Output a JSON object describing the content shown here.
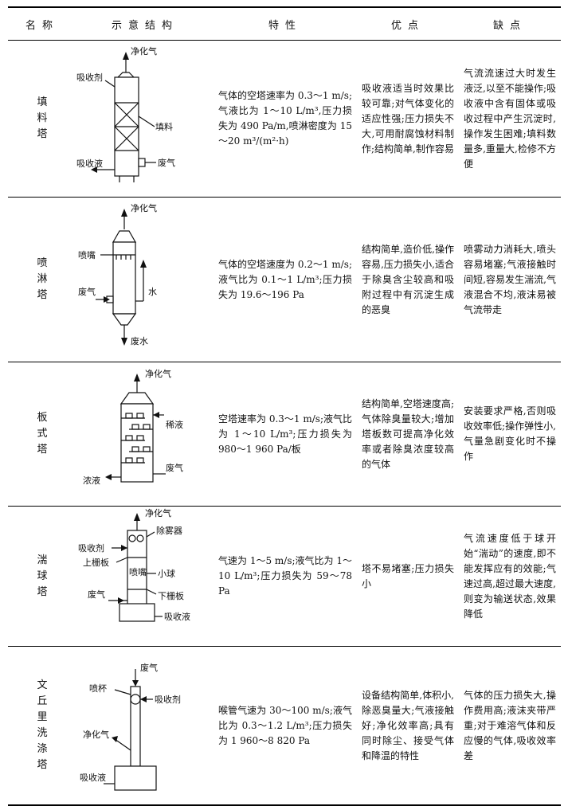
{
  "headers": [
    "名称",
    "示意结构",
    "特性",
    "优点",
    "缺点"
  ],
  "rows": [
    {
      "name": "填料塔",
      "labels": {
        "top": "净化气",
        "left1": "吸收剂",
        "right1": "填料",
        "left2": "吸收液",
        "right2": "废气"
      },
      "feature": "气体的空塔速率为 0.3～1 m/s;气液比为 1～10 L/m³,压力损失为 490 Pa/m,喷淋密度为 15～20 m³/(m²·h)",
      "pros": "吸收液适当时效果比较可靠;对气体变化的适应性强;压力损失不大,可用耐腐蚀材料制作;结构简单,制作容易",
      "cons": "气流流速过大时发生液泛,以至不能操作;吸收液中含有固体或吸收过程中产生沉淀时,操作发生困难;填料数量多,重量大,检修不方便"
    },
    {
      "name": "喷淋塔",
      "labels": {
        "top": "净化气",
        "nozzle": "喷嘴",
        "gas": "废气",
        "water": "水",
        "waste": "废水"
      },
      "feature": "气体的空塔速度为 0.2～1 m/s;液气比为 0.1～1 L/m³;压力损失为 19.6～196 Pa",
      "pros": "结构简单,造价低,操作容易,压力损失小,适合于除臭含尘较高和吸附过程中有沉淀生成的恶臭",
      "cons": "喷雾动力消耗大,喷头容易堵塞;气液接触时间短,容易发生湍流,气液混合不均,液沫易被气流带走"
    },
    {
      "name": "板式塔",
      "labels": {
        "top": "净化气",
        "dilute": "稀液",
        "gas": "废气",
        "conc": "浓液"
      },
      "feature": "空塔速率为 0.3～1 m/s;液气比为 1～10 L/m³;压力损失为 980～1 960 Pa/板",
      "pros": "结构简单,空塔速度高;气体除臭量较大;增加塔板数可提高净化效率或者除臭浓度较高的气体",
      "cons": "安装要求严格,否则吸收效率低;操作弹性小,气量急剧变化时不操作"
    },
    {
      "name": "湍球塔",
      "labels": {
        "top": "净化气",
        "mist": "除雾器",
        "absorbent": "吸收剂",
        "upper": "上栅板",
        "nozzle": "喷嘴",
        "ball": "小球",
        "gas": "废气",
        "lower": "下栅板",
        "liquid": "吸收液"
      },
      "feature": "气速为 1～5 m/s;液气比为 1～10 L/m³;压力损失为 59～78 Pa",
      "pros": "塔不易堵塞;压力损失小",
      "cons": "气流速度低于球开始“湍动”的速度,即不能发挥应有的效能;气速过高,超过最大速度,则变为输送状态,效果降低"
    },
    {
      "name": "文丘里洗涤塔",
      "labels": {
        "gas": "废气",
        "cup": "喷杯",
        "absorbent": "吸收剂",
        "clean": "净化气",
        "liquid": "吸收液"
      },
      "feature": "喉管气速为 30～100 m/s;液气比为 0.3～1.2 L/m³;压力损失为 1 960～8 820 Pa",
      "pros": "设备结构简单,体积小,除恶臭量大;气液接触好;净化效率高;具有同时除尘、接受气体和降温的特性",
      "cons": "气体的压力损失大,操作费用高;液沫夹带严重;对于难溶气体和反应慢的气体,吸收效率差"
    }
  ]
}
